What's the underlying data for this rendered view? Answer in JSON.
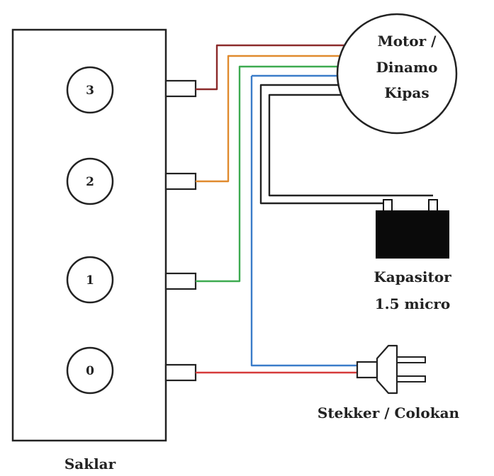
{
  "switch": {
    "label": "Saklar",
    "positions": [
      "3",
      "2",
      "1",
      "0"
    ]
  },
  "motor": {
    "line1": "Motor /",
    "line2": "Dinamo",
    "line3": "Kipas"
  },
  "capacitor": {
    "line1": "Kapasitor",
    "line2": "1.5 micro"
  },
  "plug": {
    "label": "Stekker / Colokan"
  },
  "wire_colors": {
    "speed3": "#8B2A2A",
    "speed2": "#E08A2E",
    "speed1": "#3DAA50",
    "neutral": "#3A7CC9",
    "phase": "#D63A3A",
    "capacitor": "#222222"
  }
}
